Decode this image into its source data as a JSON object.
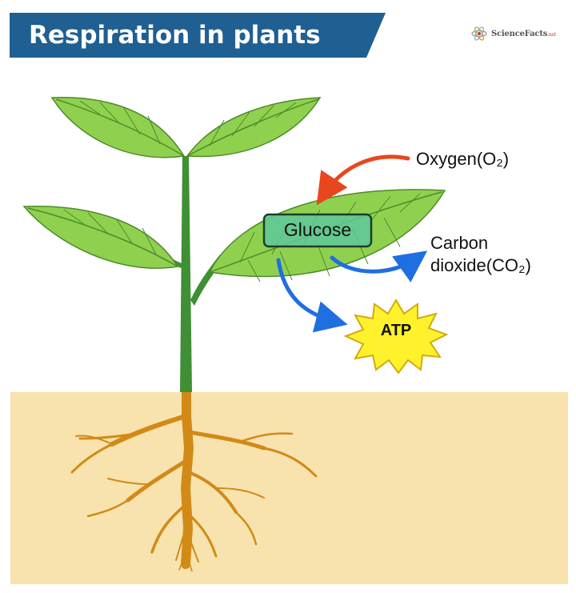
{
  "title": "Respiration in plants",
  "brand": {
    "name": "ScienceFacts",
    "suffix": ".net",
    "icon": "atom-icon"
  },
  "labels": {
    "oxygen": "Oxygen(O₂)",
    "glucose": "Glucose",
    "carbon_dioxide_line1": "Carbon",
    "carbon_dioxide_line2": "dioxide(CO₂)",
    "atp": "ATP"
  },
  "colors": {
    "banner": "#1f5f91",
    "leaf": "#8fd14f",
    "leaf_dark": "#4e8a2a",
    "stem": "#3f8f34",
    "soil": "#f8e3ae",
    "root": "#d28a17",
    "oxygen_arrow": "#e8461f",
    "blue_arrow": "#1f6fe0",
    "glucose_box": "#5fc89a",
    "atp_star": "#fff22c"
  }
}
